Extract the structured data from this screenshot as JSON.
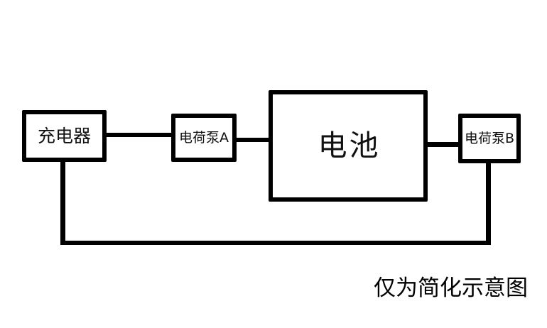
{
  "diagram": {
    "type": "block-diagram",
    "colors": {
      "background": "#ffffff",
      "stroke": "#000000",
      "text": "#000000"
    },
    "nodes": {
      "charger": {
        "label": "充电器"
      },
      "pump_a": {
        "label": "电荷泵A"
      },
      "battery": {
        "label": "电池"
      },
      "pump_b": {
        "label": "电荷泵B"
      }
    },
    "edges": [
      {
        "from": "charger",
        "to": "pump_a",
        "style": "direct"
      },
      {
        "from": "pump_a",
        "to": "battery",
        "style": "direct"
      },
      {
        "from": "battery",
        "to": "pump_b",
        "style": "direct"
      },
      {
        "from": "charger",
        "to": "pump_b",
        "style": "bottom-return-path"
      }
    ],
    "caption": "仅为简化示意图"
  }
}
